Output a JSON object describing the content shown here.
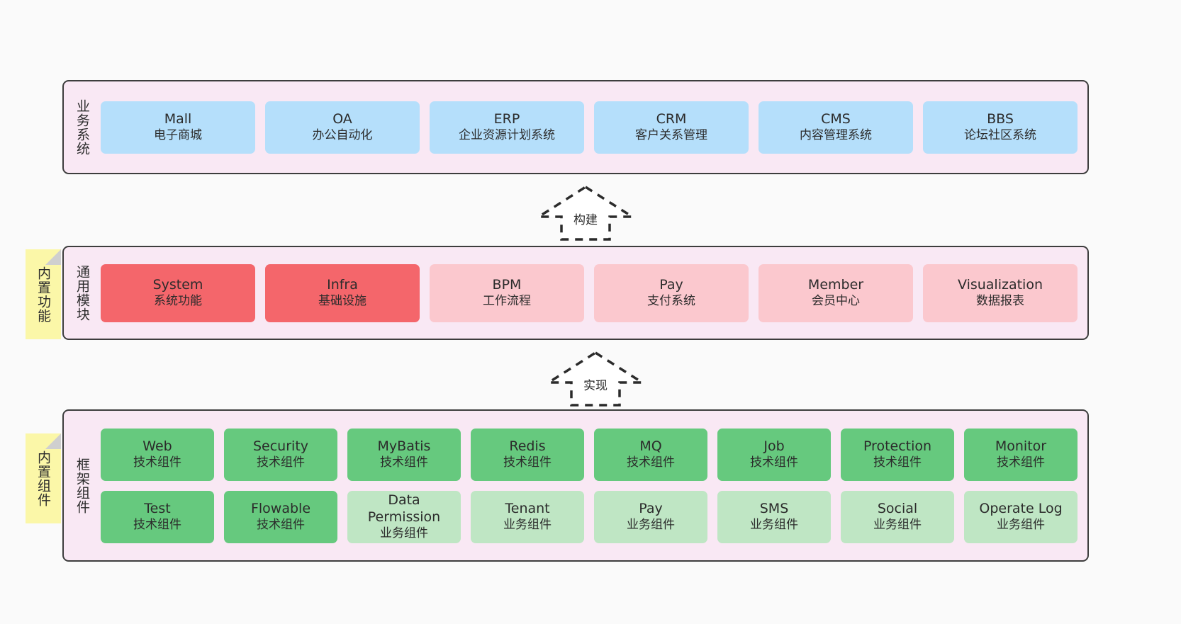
{
  "diagram": {
    "title_business": "业务系统",
    "title_modules": "通用模块",
    "title_framework": "框架组件"
  },
  "notes": [
    {
      "name": "builtin-function",
      "text": "内置功能"
    },
    {
      "name": "builtin-component",
      "text": "内置组件"
    }
  ],
  "arrows": [
    {
      "name": "build",
      "label": "构建"
    },
    {
      "name": "implement",
      "label": "实现"
    }
  ],
  "business_systems": [
    {
      "en": "Mall",
      "cn": "电子商城"
    },
    {
      "en": "OA",
      "cn": "办公自动化"
    },
    {
      "en": "ERP",
      "cn": "企业资源计划系统"
    },
    {
      "en": "CRM",
      "cn": "客户关系管理"
    },
    {
      "en": "CMS",
      "cn": "内容管理系统"
    },
    {
      "en": "BBS",
      "cn": "论坛社区系统"
    }
  ],
  "common_modules": [
    {
      "en": "System",
      "cn": "系统功能",
      "color": "red"
    },
    {
      "en": "Infra",
      "cn": "基础设施",
      "color": "red"
    },
    {
      "en": "BPM",
      "cn": "工作流程",
      "color": "pink"
    },
    {
      "en": "Pay",
      "cn": "支付系统",
      "color": "pink"
    },
    {
      "en": "Member",
      "cn": "会员中心",
      "color": "pink"
    },
    {
      "en": "Visualization",
      "cn": "数据报表",
      "color": "pink"
    }
  ],
  "framework_components_row1": [
    {
      "en": "Web",
      "cn": "技术组件",
      "color": "green"
    },
    {
      "en": "Security",
      "cn": "技术组件",
      "color": "green"
    },
    {
      "en": "MyBatis",
      "cn": "技术组件",
      "color": "green"
    },
    {
      "en": "Redis",
      "cn": "技术组件",
      "color": "green"
    },
    {
      "en": "MQ",
      "cn": "技术组件",
      "color": "green"
    },
    {
      "en": "Job",
      "cn": "技术组件",
      "color": "green"
    },
    {
      "en": "Protection",
      "cn": "技术组件",
      "color": "green"
    },
    {
      "en": "Monitor",
      "cn": "技术组件",
      "color": "green"
    }
  ],
  "framework_components_row2": [
    {
      "en": "Test",
      "cn": "技术组件",
      "color": "green"
    },
    {
      "en": "Flowable",
      "cn": "技术组件",
      "color": "green"
    },
    {
      "en": "Data Permission",
      "cn": "业务组件",
      "color": "lightgreen"
    },
    {
      "en": "Tenant",
      "cn": "业务组件",
      "color": "lightgreen"
    },
    {
      "en": "Pay",
      "cn": "业务组件",
      "color": "lightgreen"
    },
    {
      "en": "SMS",
      "cn": "业务组件",
      "color": "lightgreen"
    },
    {
      "en": "Social",
      "cn": "业务组件",
      "color": "lightgreen"
    },
    {
      "en": "Operate Log",
      "cn": "业务组件",
      "color": "lightgreen"
    }
  ],
  "colors": {
    "panel_bg": "#f9e8f4",
    "panel_border": "#3d3d3d",
    "blue": "#b5dffb",
    "red": "#f4666b",
    "pink": "#fbc8ce",
    "green": "#66c97e",
    "light_green": "#bfe6c4",
    "note_yellow": "#fbf7a8",
    "canvas_bg": "#fafafa"
  }
}
